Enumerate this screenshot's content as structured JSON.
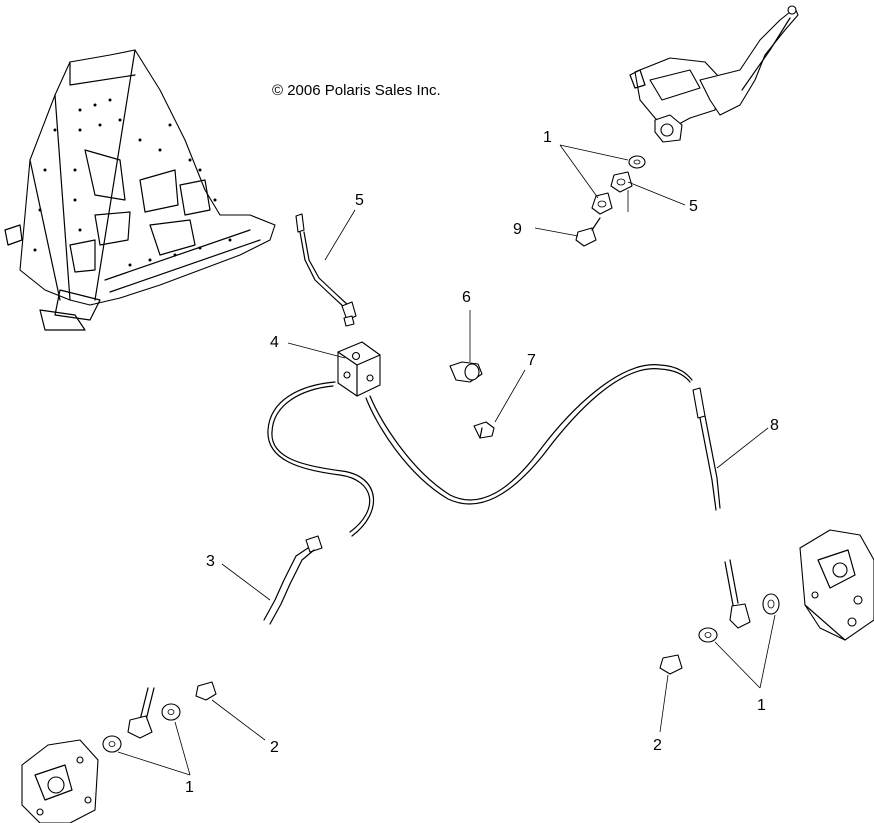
{
  "copyright": "© 2006 Polaris Sales Inc.",
  "callouts": {
    "c1_top": "1",
    "c5_top_right": "5",
    "c9": "9",
    "c5_left": "5",
    "c6": "6",
    "c4": "4",
    "c7": "7",
    "c8": "8",
    "c3": "3",
    "c2_left": "2",
    "c1_bottom_left": "1",
    "c2_right": "2",
    "c1_bottom_right": "1"
  }
}
